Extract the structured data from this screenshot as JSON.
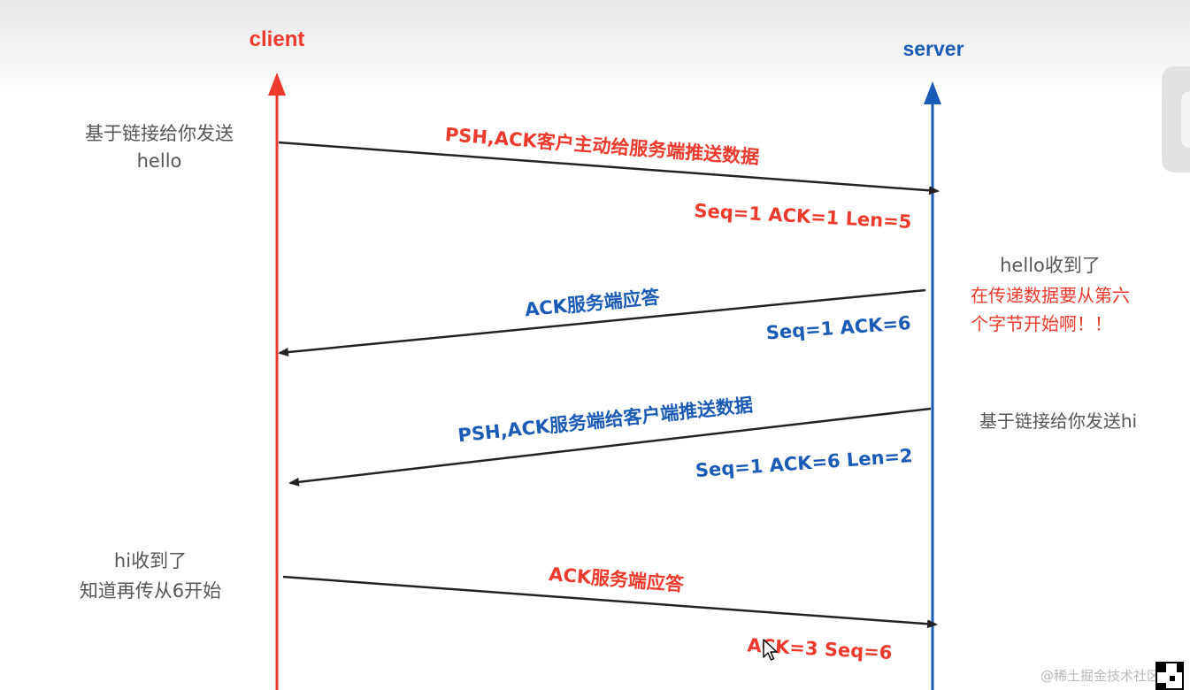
{
  "participants": {
    "client": {
      "label": "client",
      "color": "#ee3a2c"
    },
    "server": {
      "label": "server",
      "color": "#1a5bb5"
    }
  },
  "messages": [
    {
      "direction": "client-to-server",
      "label": "PSH,ACK客户主动给服务端推送数据",
      "detail": "Seq=1 ACK=1 Len=5",
      "color": "#ee3a2c"
    },
    {
      "direction": "server-to-client",
      "label": "ACK服务端应答",
      "detail": "Seq=1 ACK=6",
      "color": "#1a5bb5"
    },
    {
      "direction": "server-to-client",
      "label": "PSH,ACK服务端给客户端推送数据",
      "detail": "Seq=1 ACK=6 Len=2",
      "color": "#1a5bb5"
    },
    {
      "direction": "client-to-server",
      "label": "ACK服务端应答",
      "detail": "ACK=3 Seq=6",
      "color": "#ee3a2c"
    }
  ],
  "notes": {
    "client_send_line1": "基于链接给你发送",
    "client_send_line2": "hello",
    "server_recv_line1": "hello收到了",
    "server_recv_line2": "在传递数据要从第六",
    "server_recv_line3": "个字节开始啊！！",
    "server_send": "基于链接给你发送hi",
    "client_recv_line1": "hi收到了",
    "client_recv_line2": "知道再传从6开始"
  },
  "colors": {
    "arrow": "#222222",
    "note_text": "#555555",
    "highlight": "#ee3a2c"
  },
  "watermark": "@稀土掘金技术社区",
  "icons": {
    "cursor": "mouse-pointer-icon",
    "qr": "qr-code-icon"
  }
}
